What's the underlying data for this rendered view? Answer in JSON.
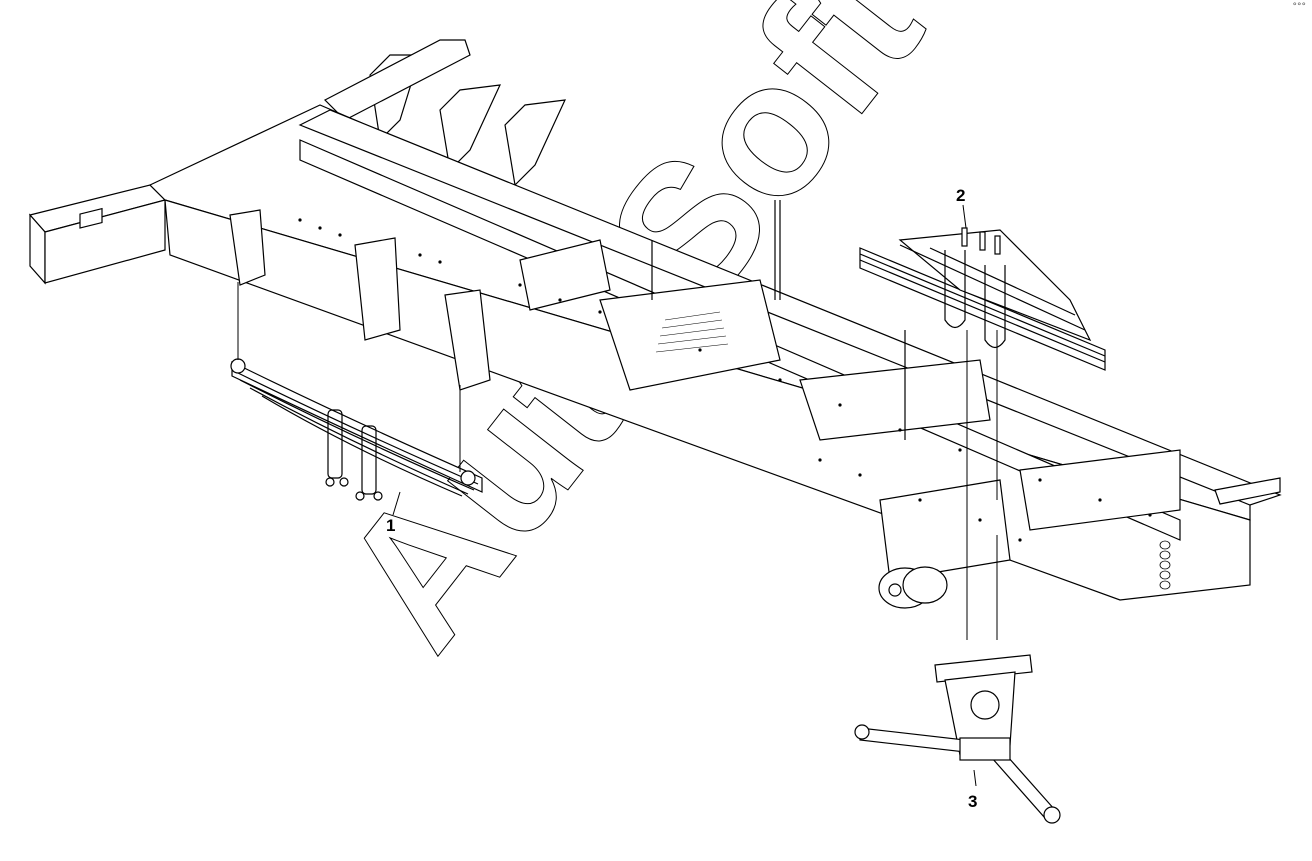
{
  "diagram": {
    "callouts": [
      {
        "id": "1",
        "label": "1"
      },
      {
        "id": "2",
        "label": "2"
      },
      {
        "id": "3",
        "label": "3"
      }
    ],
    "watermark": "AutoSoft",
    "corner_mark": "°°°"
  },
  "colors": {
    "line": "#000000",
    "background": "#ffffff",
    "fill_light": "#f4f4f4"
  },
  "icons": {
    "leaf_spring_front": "leaf-spring-icon",
    "leaf_spring_rear": "leaf-spring-pack-icon",
    "spring_bracket": "trunnion-bracket-icon"
  }
}
